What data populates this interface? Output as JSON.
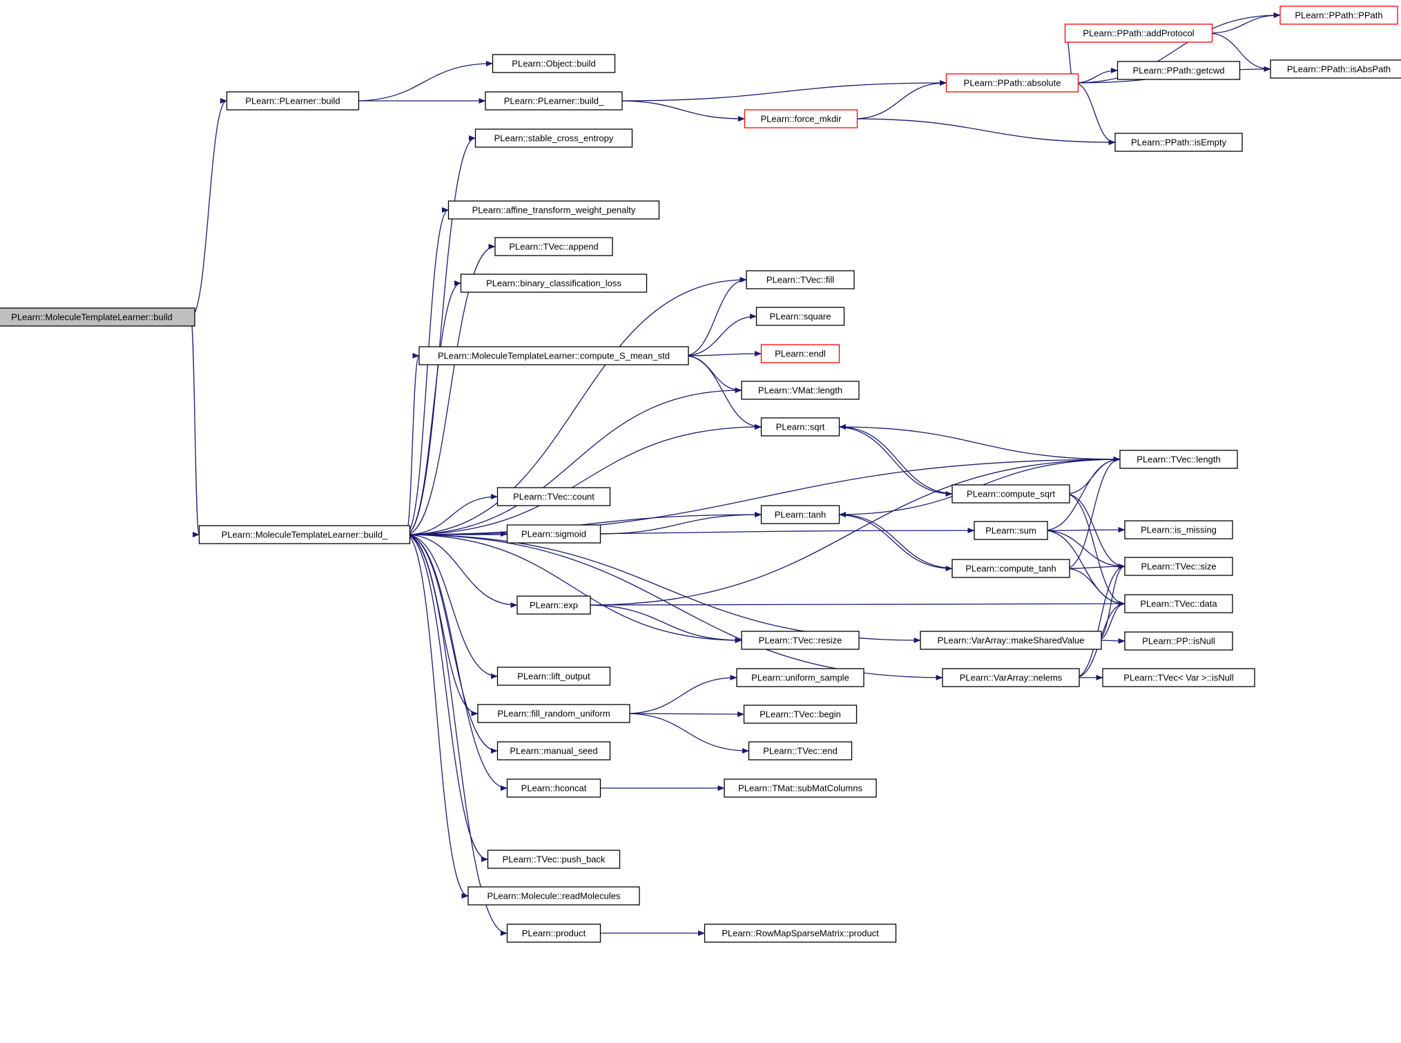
{
  "diagram": {
    "nodes": [
      {
        "id": "mtl_build",
        "label": "PLearn::MoleculeTemplateLearner::build",
        "root": true
      },
      {
        "id": "pl_build",
        "label": "PLearn::PLearner::build"
      },
      {
        "id": "obj_build",
        "label": "PLearn::Object::build"
      },
      {
        "id": "pl_build_",
        "label": "PLearn::PLearner::build_"
      },
      {
        "id": "force_mkdir",
        "label": "PLearn::force_mkdir",
        "highlight": "red"
      },
      {
        "id": "ppath_absolute",
        "label": "PLearn::PPath::absolute",
        "highlight": "red"
      },
      {
        "id": "ppath_addprotocol",
        "label": "PLearn::PPath::addProtocol",
        "highlight": "red"
      },
      {
        "id": "ppath_ppath",
        "label": "PLearn::PPath::PPath",
        "highlight": "red"
      },
      {
        "id": "ppath_getcwd",
        "label": "PLearn::PPath::getcwd"
      },
      {
        "id": "ppath_isabspath",
        "label": "PLearn::PPath::isAbsPath"
      },
      {
        "id": "ppath_isempty",
        "label": "PLearn::PPath::isEmpty"
      },
      {
        "id": "mtl_build_",
        "label": "PLearn::MoleculeTemplateLearner::build_"
      },
      {
        "id": "stable_ce",
        "label": "PLearn::stable_cross_entropy"
      },
      {
        "id": "affine_twp",
        "label": "PLearn::affine_transform_weight_penalty"
      },
      {
        "id": "tvec_append",
        "label": "PLearn::TVec::append"
      },
      {
        "id": "binary_cl",
        "label": "PLearn::binary_classification_loss"
      },
      {
        "id": "tvec_fill",
        "label": "PLearn::TVec::fill"
      },
      {
        "id": "square",
        "label": "PLearn::square"
      },
      {
        "id": "compute_smstd",
        "label": "PLearn::MoleculeTemplateLearner::compute_S_mean_std"
      },
      {
        "id": "endl",
        "label": "PLearn::endl",
        "highlight": "red"
      },
      {
        "id": "vmat_length",
        "label": "PLearn::VMat::length"
      },
      {
        "id": "sqrt",
        "label": "PLearn::sqrt"
      },
      {
        "id": "tvec_length",
        "label": "PLearn::TVec::length"
      },
      {
        "id": "compute_sqrt",
        "label": "PLearn::compute_sqrt"
      },
      {
        "id": "tvec_count",
        "label": "PLearn::TVec::count"
      },
      {
        "id": "tanh",
        "label": "PLearn::tanh"
      },
      {
        "id": "sigmoid",
        "label": "PLearn::sigmoid"
      },
      {
        "id": "sum",
        "label": "PLearn::sum"
      },
      {
        "id": "is_missing",
        "label": "PLearn::is_missing"
      },
      {
        "id": "compute_tanh",
        "label": "PLearn::compute_tanh"
      },
      {
        "id": "tvec_size",
        "label": "PLearn::TVec::size"
      },
      {
        "id": "exp",
        "label": "PLearn::exp"
      },
      {
        "id": "tvec_data",
        "label": "PLearn::TVec::data"
      },
      {
        "id": "make_shared",
        "label": "PLearn::VarArray::makeSharedValue"
      },
      {
        "id": "tvec_resize",
        "label": "PLearn::TVec::resize"
      },
      {
        "id": "pp_isnull",
        "label": "PLearn::PP::isNull"
      },
      {
        "id": "lift_output",
        "label": "PLearn::lift_output"
      },
      {
        "id": "uniform_sample",
        "label": "PLearn::uniform_sample"
      },
      {
        "id": "nelems",
        "label": "PLearn::VarArray::nelems"
      },
      {
        "id": "tvec_var_isnull",
        "label": "PLearn::TVec< Var >::isNull"
      },
      {
        "id": "fill_random",
        "label": "PLearn::fill_random_uniform"
      },
      {
        "id": "tvec_begin",
        "label": "PLearn::TVec::begin"
      },
      {
        "id": "manual_seed",
        "label": "PLearn::manual_seed"
      },
      {
        "id": "tvec_end",
        "label": "PLearn::TVec::end"
      },
      {
        "id": "hconcat",
        "label": "PLearn::hconcat"
      },
      {
        "id": "submat",
        "label": "PLearn::TMat::subMatColumns"
      },
      {
        "id": "push_back",
        "label": "PLearn::TVec::push_back"
      },
      {
        "id": "read_molecules",
        "label": "PLearn::Molecule::readMolecules"
      },
      {
        "id": "product",
        "label": "PLearn::product"
      },
      {
        "id": "rowmap_product",
        "label": "PLearn::RowMapSparseMatrix::product"
      }
    ],
    "edges": [
      [
        "mtl_build",
        "pl_build"
      ],
      [
        "mtl_build",
        "mtl_build_"
      ],
      [
        "pl_build",
        "obj_build"
      ],
      [
        "pl_build",
        "pl_build_"
      ],
      [
        "pl_build_",
        "ppath_absolute"
      ],
      [
        "pl_build_",
        "force_mkdir"
      ],
      [
        "force_mkdir",
        "ppath_absolute"
      ],
      [
        "force_mkdir",
        "ppath_isempty"
      ],
      [
        "ppath_absolute",
        "ppath_ppath"
      ],
      [
        "ppath_absolute",
        "ppath_addprotocol"
      ],
      [
        "ppath_absolute",
        "ppath_getcwd"
      ],
      [
        "ppath_absolute",
        "ppath_isabspath"
      ],
      [
        "ppath_absolute",
        "ppath_isempty"
      ],
      [
        "ppath_addprotocol",
        "ppath_ppath"
      ],
      [
        "ppath_addprotocol",
        "ppath_isabspath"
      ],
      [
        "mtl_build_",
        "stable_ce"
      ],
      [
        "mtl_build_",
        "tvec_length"
      ],
      [
        "mtl_build_",
        "affine_twp"
      ],
      [
        "mtl_build_",
        "tvec_append"
      ],
      [
        "mtl_build_",
        "binary_cl"
      ],
      [
        "mtl_build_",
        "tvec_fill"
      ],
      [
        "mtl_build_",
        "compute_smstd"
      ],
      [
        "mtl_build_",
        "vmat_length"
      ],
      [
        "mtl_build_",
        "sqrt"
      ],
      [
        "mtl_build_",
        "sum"
      ],
      [
        "mtl_build_",
        "tvec_count"
      ],
      [
        "mtl_build_",
        "sigmoid"
      ],
      [
        "mtl_build_",
        "tanh"
      ],
      [
        "mtl_build_",
        "exp"
      ],
      [
        "mtl_build_",
        "tvec_resize"
      ],
      [
        "mtl_build_",
        "lift_output"
      ],
      [
        "mtl_build_",
        "fill_random"
      ],
      [
        "mtl_build_",
        "manual_seed"
      ],
      [
        "mtl_build_",
        "hconcat"
      ],
      [
        "mtl_build_",
        "make_shared"
      ],
      [
        "mtl_build_",
        "push_back"
      ],
      [
        "mtl_build_",
        "read_molecules"
      ],
      [
        "mtl_build_",
        "product"
      ],
      [
        "mtl_build_",
        "nelems"
      ],
      [
        "compute_smstd",
        "tvec_fill"
      ],
      [
        "compute_smstd",
        "square"
      ],
      [
        "compute_smstd",
        "endl"
      ],
      [
        "compute_smstd",
        "vmat_length"
      ],
      [
        "compute_smstd",
        "sqrt"
      ],
      [
        "sqrt",
        "tvec_length"
      ],
      [
        "sqrt",
        "compute_sqrt"
      ],
      [
        "compute_sqrt",
        "sqrt"
      ],
      [
        "compute_sqrt",
        "tvec_length"
      ],
      [
        "compute_sqrt",
        "tvec_size"
      ],
      [
        "compute_sqrt",
        "tvec_data"
      ],
      [
        "sigmoid",
        "tanh"
      ],
      [
        "tanh",
        "tvec_length"
      ],
      [
        "tanh",
        "compute_tanh"
      ],
      [
        "compute_tanh",
        "tanh"
      ],
      [
        "compute_tanh",
        "tvec_length"
      ],
      [
        "compute_tanh",
        "tvec_size"
      ],
      [
        "compute_tanh",
        "tvec_data"
      ],
      [
        "sum",
        "tvec_length"
      ],
      [
        "sum",
        "is_missing"
      ],
      [
        "sum",
        "tvec_size"
      ],
      [
        "sum",
        "tvec_data"
      ],
      [
        "exp",
        "tvec_length"
      ],
      [
        "exp",
        "tvec_data"
      ],
      [
        "exp",
        "tvec_resize"
      ],
      [
        "make_shared",
        "tvec_size"
      ],
      [
        "make_shared",
        "tvec_data"
      ],
      [
        "make_shared",
        "pp_isnull"
      ],
      [
        "nelems",
        "tvec_size"
      ],
      [
        "nelems",
        "tvec_data"
      ],
      [
        "nelems",
        "tvec_var_isnull"
      ],
      [
        "fill_random",
        "uniform_sample"
      ],
      [
        "fill_random",
        "tvec_begin"
      ],
      [
        "fill_random",
        "tvec_end"
      ],
      [
        "hconcat",
        "submat"
      ],
      [
        "product",
        "rowmap_product"
      ]
    ]
  }
}
